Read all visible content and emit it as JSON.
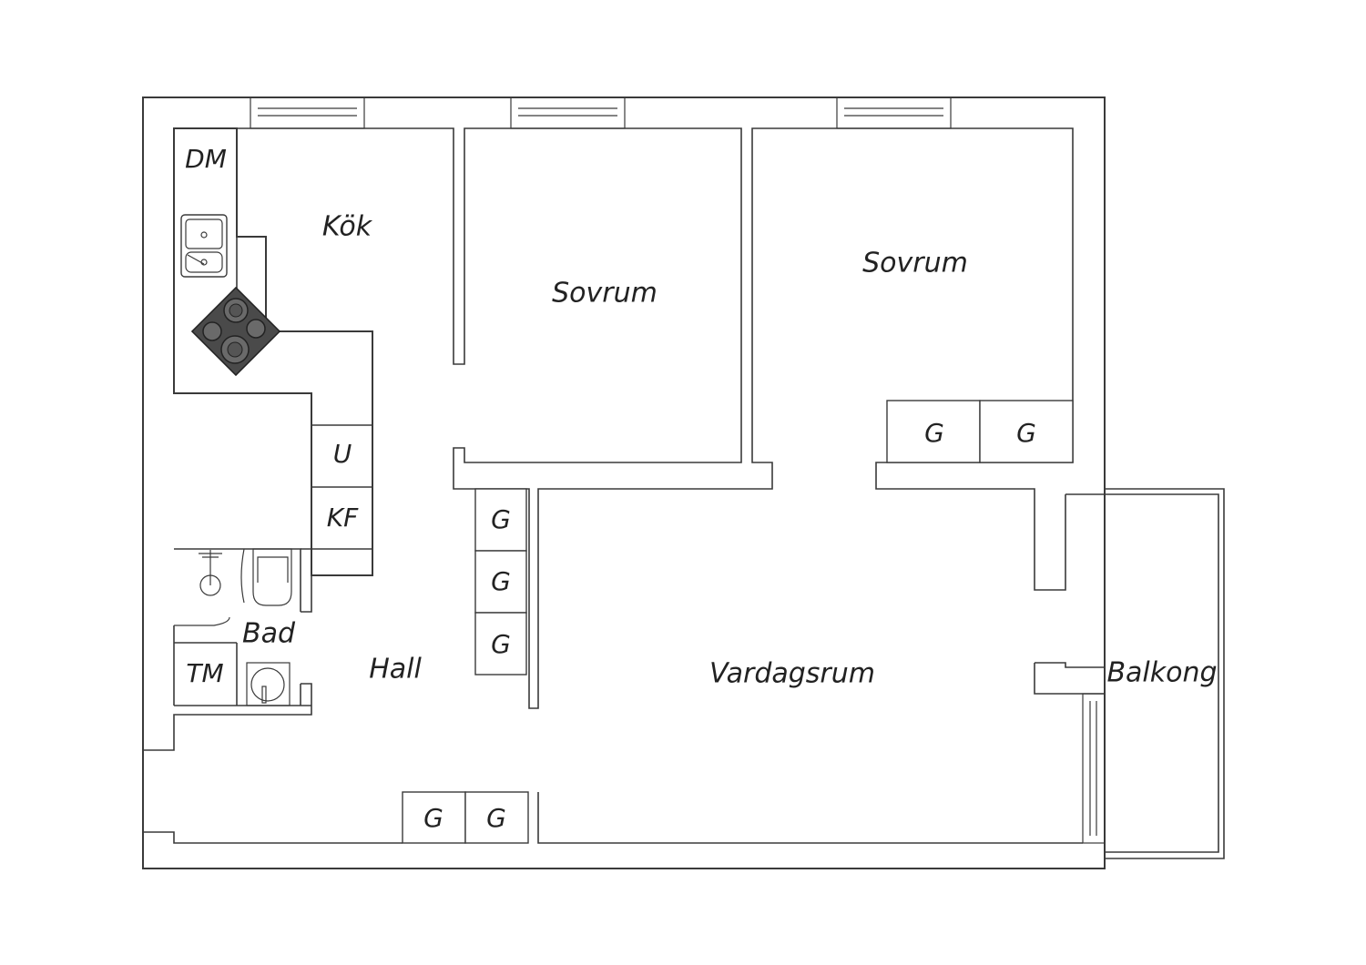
{
  "rooms": {
    "kok": "Kök",
    "sovrum_1": "Sovrum",
    "sovrum_2": "Sovrum",
    "bad": "Bad",
    "hall": "Hall",
    "vardagsrum": "Vardagsrum",
    "balkong": "Balkong"
  },
  "fixtures": {
    "dm": "DM",
    "u": "U",
    "kf": "KF",
    "tm": "TM",
    "garderob": "G"
  },
  "colors": {
    "wall": "#3a3a3a",
    "stove": "#4a4a4a",
    "background": "#ffffff"
  }
}
